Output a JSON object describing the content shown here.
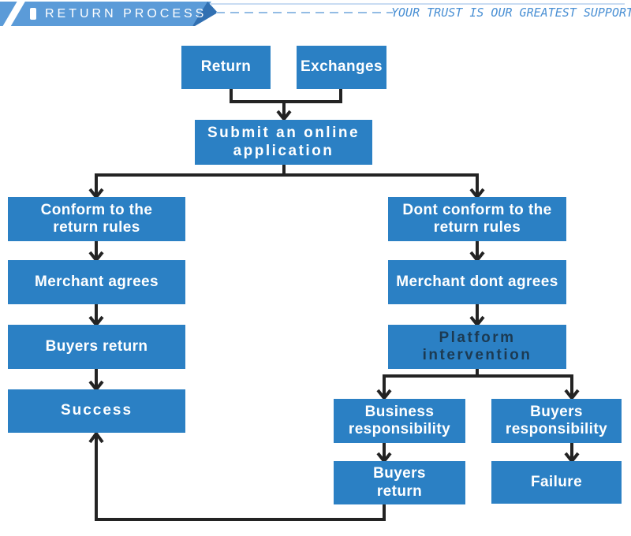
{
  "header": {
    "title": "RETURN PROCESS",
    "slogan": "YOUR TRUST IS OUR GREATEST SUPPORT"
  },
  "colors": {
    "banner_blue": "#5b9bd8",
    "fold_blue": "#3170b2",
    "box_blue": "#2b80c4",
    "platform_text": "#1c3a52",
    "connector": "#232323",
    "slogan_text": "#4a90d4",
    "dash_blue": "#93bce4"
  },
  "flowchart": {
    "nodes": {
      "return": {
        "label": "Return"
      },
      "exchanges": {
        "label": "Exchanges"
      },
      "submit": {
        "lines": [
          "Submit an online",
          "application"
        ]
      },
      "conform": {
        "lines": [
          "Conform to the",
          "return rules"
        ]
      },
      "dont_conform": {
        "lines": [
          "Dont conform to the",
          "return rules"
        ]
      },
      "merchant_agrees": {
        "label": "Merchant agrees"
      },
      "merchant_dont_agrees": {
        "label": "Merchant dont agrees"
      },
      "buyers_return_left": {
        "label": "Buyers return"
      },
      "platform_intervention": {
        "lines": [
          "Platform",
          "intervention"
        ]
      },
      "success": {
        "label": "Success"
      },
      "business_responsibility": {
        "lines": [
          "Business",
          "responsibility"
        ]
      },
      "buyers_responsibility": {
        "lines": [
          "Buyers",
          "responsibility"
        ]
      },
      "buyers_return_right": {
        "lines": [
          "Buyers",
          "return"
        ]
      },
      "failure": {
        "label": "Failure"
      }
    }
  }
}
